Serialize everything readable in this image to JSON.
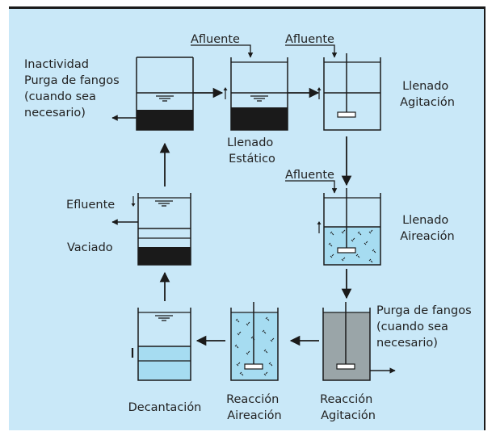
{
  "stages": {
    "inactividad": {
      "lines": [
        "Inactividad",
        "Purga de fangos",
        "(cuando sea",
        "necesario)"
      ]
    },
    "llenado_estatico": {
      "lines": [
        "Llenado",
        "Estático"
      ],
      "inlet": "Afluente"
    },
    "llenado_agitacion": {
      "lines": [
        "Llenado",
        "Agitación"
      ],
      "inlet": "Afluente"
    },
    "llenado_aireacion": {
      "lines": [
        "Llenado",
        "Aireación"
      ],
      "inlet": "Afluente"
    },
    "reaccion_agitacion": {
      "lines": [
        "Reacción",
        "Agitación"
      ],
      "side_lines": [
        "Purga de fangos",
        "(cuando sea",
        "necesario)"
      ]
    },
    "reaccion_aireacion": {
      "lines": [
        "Reacción",
        "Aireación"
      ]
    },
    "decantacion": {
      "lines": [
        "Decantación"
      ]
    },
    "vaciado": {
      "lines": [
        "Vaciado"
      ],
      "outlet": "Efluente"
    }
  },
  "colors": {
    "background": "#c9e8f8",
    "water": "#a6dcf1",
    "sludge": "#1a1a1a",
    "gray_tank": "#9aa5a8",
    "ink": "#1a1a1a"
  }
}
